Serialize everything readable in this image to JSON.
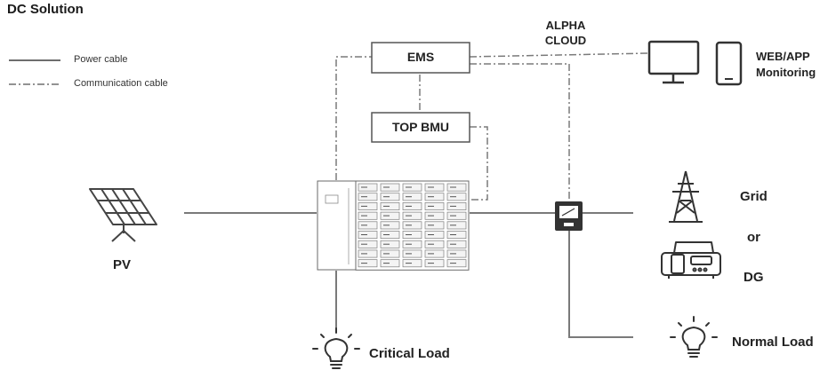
{
  "title": "DC Solution",
  "legend": {
    "power_cable": "Power cable",
    "communication_cable": "Communication cable"
  },
  "nodes": {
    "ems": "EMS",
    "top_bmu": "TOP BMU",
    "cloud_line1": "ALPHA",
    "cloud_line2": "CLOUD",
    "monitoring_line1": "WEB/APP",
    "monitoring_line2": "Monitoring",
    "pv": "PV",
    "grid": "Grid",
    "or": "or",
    "dg": "DG",
    "critical_load": "Critical Load",
    "normal_load": "Normal Load"
  },
  "icons": {
    "pv": "solar-panel-icon",
    "cabinet": "battery-cabinet-icon",
    "meter": "meter-icon",
    "tower": "transmission-tower-icon",
    "generator": "diesel-generator-icon",
    "bulb": "light-bulb-icon",
    "monitor": "monitor-icon",
    "phone": "phone-icon"
  },
  "colors": {
    "line": "#7a7a7a",
    "stroke": "#4a4a4a",
    "text": "#1a1a1a"
  }
}
